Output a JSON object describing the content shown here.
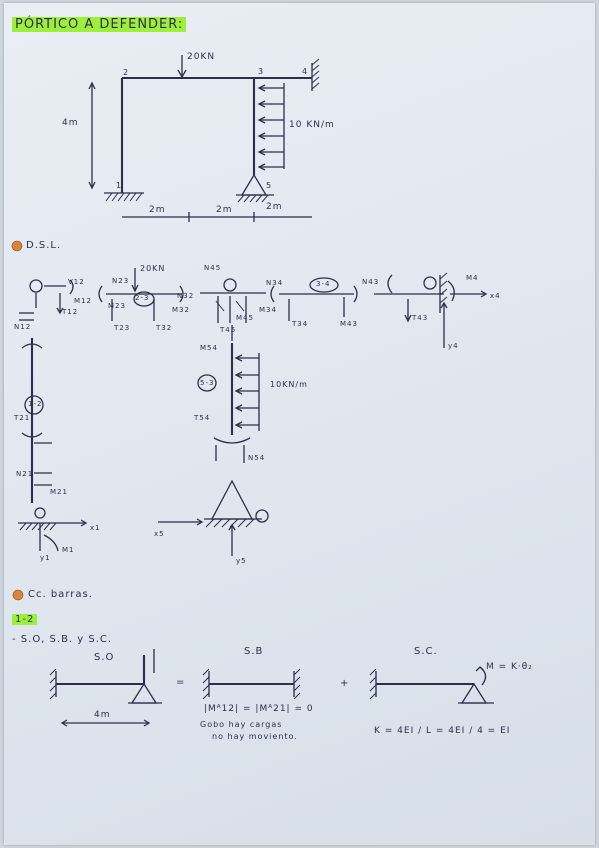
{
  "header": {
    "title": "PÓRTICO A DEFENDER:"
  },
  "frame": {
    "load_point": "20KN",
    "load_dist": "10 KN/m",
    "height": "4m",
    "spans": [
      "2m",
      "2m",
      "2m"
    ],
    "nodes": [
      "1",
      "2",
      "3",
      "4",
      "5"
    ]
  },
  "dsl": {
    "heading": "D.S.L.",
    "load_point": "20KN",
    "load_dist": "10KN/m",
    "labels": [
      "V12",
      "T12",
      "N12",
      "M12",
      "N21",
      "M21",
      "T21",
      "N23",
      "T23",
      "M23",
      "T32",
      "M32",
      "N32",
      "M34",
      "N34",
      "T34",
      "N43",
      "M43",
      "T43",
      "N45",
      "T45",
      "M45",
      "M54",
      "N54",
      "T54",
      "M4",
      "x4",
      "y4",
      "x1",
      "y1",
      "M1",
      "x5",
      "y5",
      "1-2",
      "2-3",
      "3-4",
      "5-3"
    ]
  },
  "cc": {
    "heading": "Cc. barras."
  },
  "section": {
    "tag": "1-2",
    "line": "- S.O, S.B. y S.C.",
    "so": "S.O",
    "sb": "S.B",
    "sc": "S.C.",
    "plus": "+",
    "eq": "=",
    "span_len": "4m",
    "sb_formula": "|Mᴬ12| = |Mᴬ21| = 0",
    "sb_note1": "Gobo hay cargas",
    "sb_note2": "no hay moviento.",
    "sc_moment": "M = K·θ₂",
    "k_formula": "K = 4EI / L = 4EI / 4 = EI"
  }
}
